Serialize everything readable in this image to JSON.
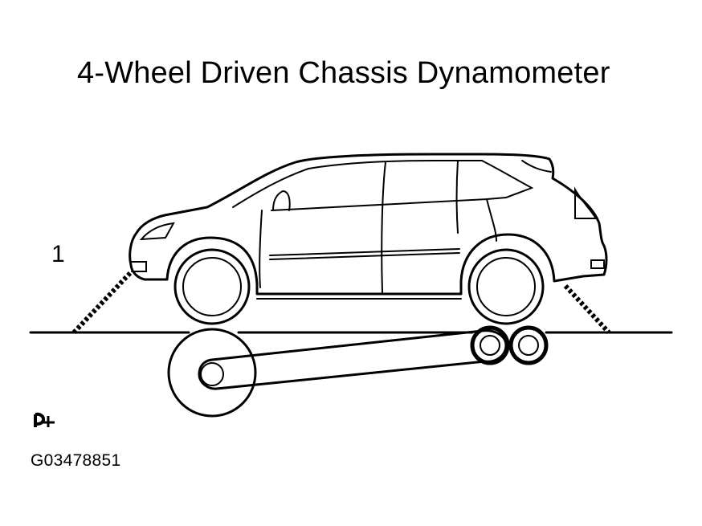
{
  "diagram": {
    "title": "4-Wheel Driven Chassis Dynamometer",
    "callout_number": "1",
    "figure_id": "G03478851"
  },
  "colors": {
    "ink": "#000000",
    "paper": "#ffffff"
  },
  "icons": {
    "bottom_left_glyph": "page-mark-icon"
  }
}
